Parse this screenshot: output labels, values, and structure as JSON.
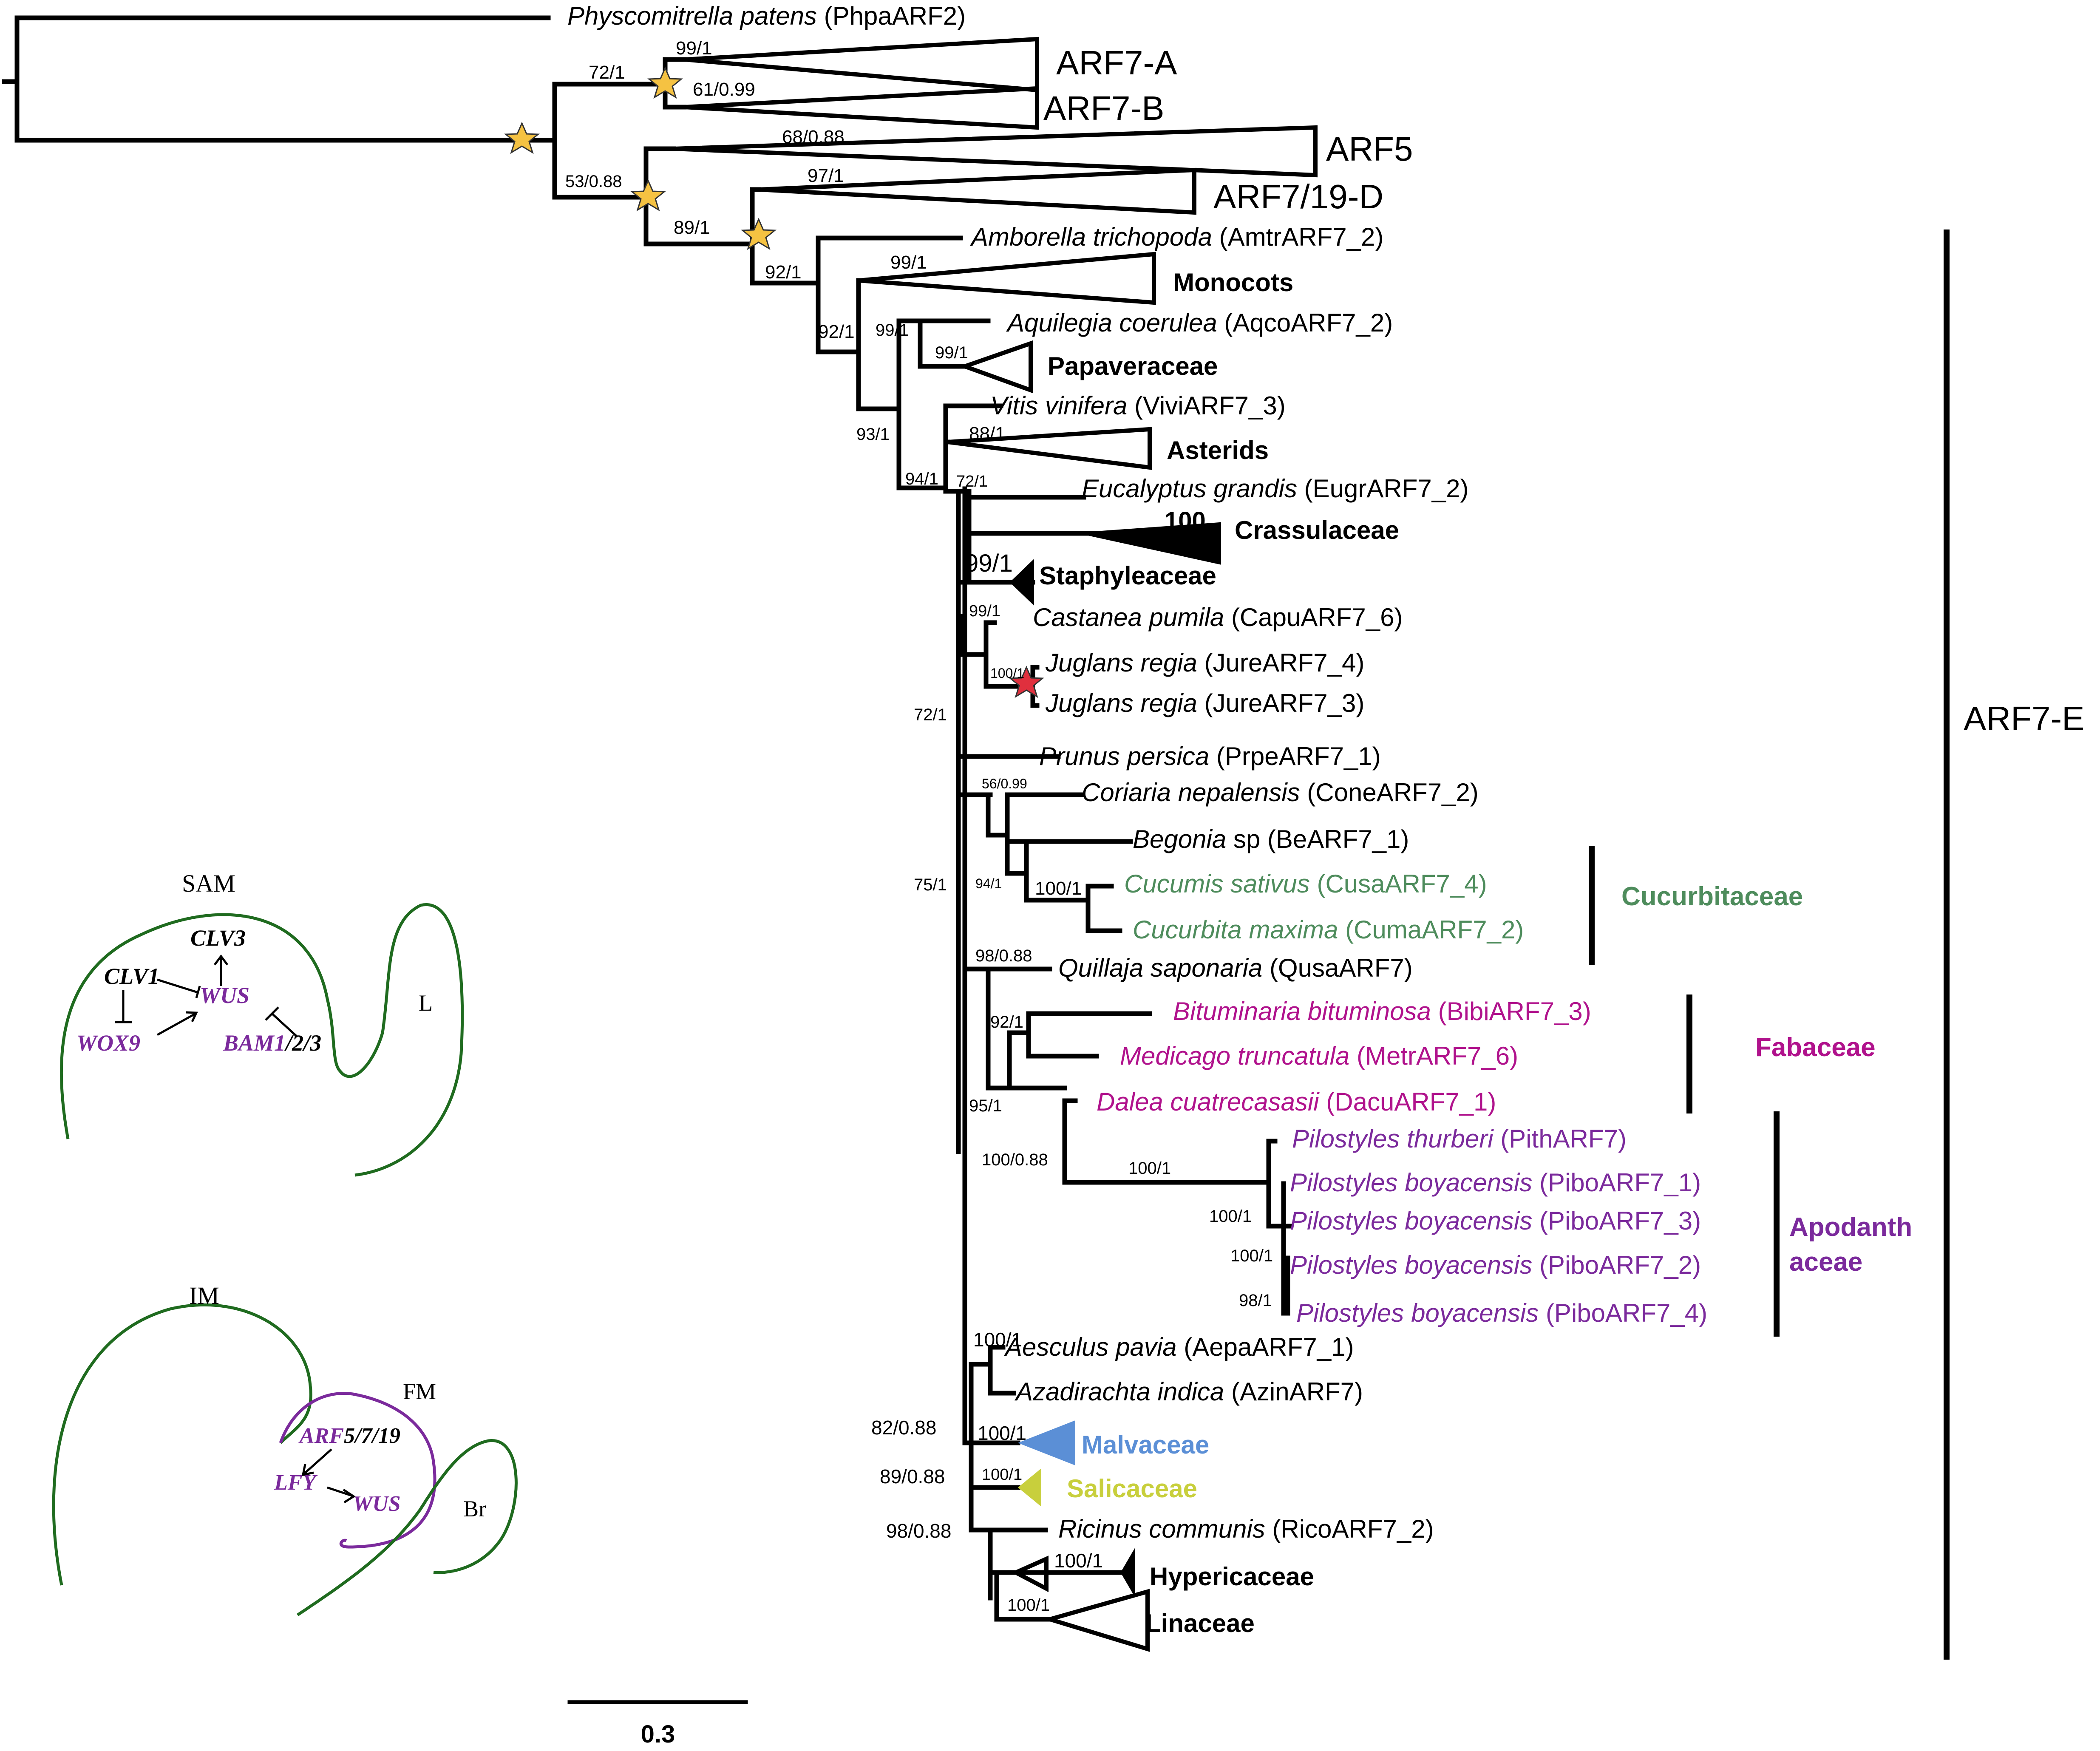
{
  "tree": {
    "outgroup": {
      "genus": "Physcomitrella patens",
      "code": "(PhpaARF2)"
    },
    "collapsed_clades": [
      {
        "label": "ARF7-A"
      },
      {
        "label": "ARF7-B"
      },
      {
        "label": "ARF5"
      },
      {
        "label": "ARF7/19-D"
      }
    ],
    "clade_group_label": "ARF7-E",
    "taxa": [
      {
        "genus": "Amborella trichopoda",
        "code": "(AmtrARF7_2)"
      },
      {
        "genus": "Aquilegia coerulea",
        "code": "(AqcoARF7_2)"
      },
      {
        "genus": "Vitis vinifera",
        "code": "(ViviARF7_3)"
      },
      {
        "genus": "Eucalyptus grandis",
        "code": "(EugrARF7_2)"
      },
      {
        "genus": "Castanea pumila",
        "code": "(CapuARF7_6)"
      },
      {
        "genus": "Juglans regia",
        "code": "(JureARF7_4)"
      },
      {
        "genus": "Juglans regia",
        "code": "(JureARF7_3)"
      },
      {
        "genus": "Prunus persica",
        "code": "(PrpeARF7_1)"
      },
      {
        "genus": "Coriaria nepalensis",
        "code": "(ConeARF7_2)"
      },
      {
        "genus": "Begonia",
        "suffix": " sp",
        "code": "(BeARF7_1)"
      },
      {
        "genus": "Cucumis sativus",
        "code": "(CusaARF7_4)"
      },
      {
        "genus": "Cucurbita maxima",
        "code": "(CumaARF7_2)"
      },
      {
        "genus": "Quillaja saponaria",
        "code": "(QusaARF7)"
      },
      {
        "genus": "Bituminaria bituminosa",
        "code": "(BibiARF7_3)"
      },
      {
        "genus": "Medicago truncatula",
        "code": "(MetrARF7_6)"
      },
      {
        "genus": "Dalea cuatrecasasii",
        "code": "(DacuARF7_1)"
      },
      {
        "genus": "Pilostyles thurberi",
        "code": "(PithARF7)"
      },
      {
        "genus": "Pilostyles boyacensis",
        "code": "(PiboARF7_1)"
      },
      {
        "genus": "Pilostyles boyacensis",
        "code": "(PiboARF7_3)"
      },
      {
        "genus": "Pilostyles boyacensis",
        "code": "(PiboARF7_2)"
      },
      {
        "genus": "Pilostyles boyacensis",
        "code": "(PiboARF7_4)"
      },
      {
        "genus": "Aesculus pavia",
        "code": "(AepaARF7_1)"
      },
      {
        "genus": "Azadirachta indica",
        "code": "(AzinARF7)"
      },
      {
        "genus": "Ricinus communis",
        "code": "(RicoARF7_2)"
      }
    ],
    "families": [
      "Monocots",
      "Papaveraceae",
      "Asterids",
      "Crassulaceae",
      "Staphyleaceae",
      "Malvaceae",
      "Salicaceae",
      "Hypericaceae",
      "Linaceae"
    ],
    "family_brackets": [
      {
        "label": "Cucurbitaceae"
      },
      {
        "label": "Fabaceae"
      },
      {
        "label_line1": "Apodanth",
        "label_line2": "aceae"
      }
    ],
    "support_values": [
      "99/1",
      "72/1",
      "61/0.99",
      "68/0.88",
      "53/0.88",
      "97/1",
      "89/1",
      "92/1",
      "99/1",
      "92/1",
      "99/1",
      "99/1",
      "93/1",
      "88/1",
      "94/1",
      "72/1",
      "100",
      "99/1",
      "99/1",
      "100/1",
      "72/1",
      "56/0.99",
      "75/1",
      "94/1",
      "100/1",
      "98/0.88",
      "92/1",
      "95/1",
      "100/0.88",
      "100/1",
      "100/1",
      "100/1",
      "98/1",
      "100/1",
      "82/0.88",
      "100/1",
      "89/0.88",
      "100/1",
      "98/0.88",
      "100/1",
      "100/1"
    ],
    "scale_bar": {
      "label": "0.3"
    },
    "colors": {
      "star_gold": "#f5c242",
      "star_red": "#e0303e",
      "cucurbitaceae": "#4e8c5c",
      "fabaceae": "#b0128c",
      "apodanthaceae": "#7b2a9c",
      "malvaceae": "#5b8fd6",
      "salicaceae": "#c8cf3c",
      "meristem_outline": "#1f6b1f"
    }
  },
  "insets": {
    "sam": {
      "title": "SAM",
      "leaf": "L",
      "genes": {
        "clv3": "CLV3",
        "clv1": "CLV1",
        "wus": "WUS",
        "wox9": "WOX9",
        "bam_main": "BAM1",
        "bam_suffix": "/2/3"
      }
    },
    "im": {
      "title": "IM",
      "fm": "FM",
      "bract": "Br",
      "genes": {
        "arf_main": "ARF",
        "arf_suffix": "5/7/19",
        "lfy": "LFY",
        "wus": "WUS"
      }
    }
  }
}
